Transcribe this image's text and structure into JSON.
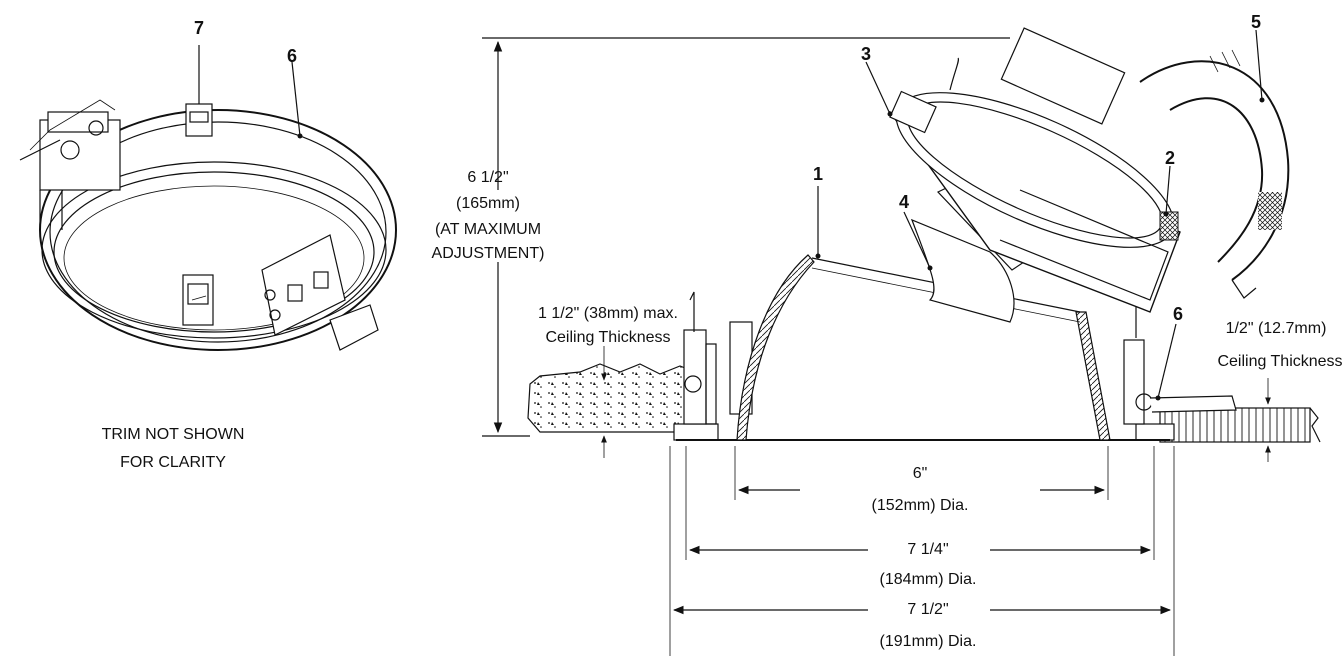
{
  "callouts": {
    "c1": "1",
    "c2": "2",
    "c3": "3",
    "c4": "4",
    "c5": "5",
    "c6a": "6",
    "c6b": "6",
    "c7": "7"
  },
  "notes": {
    "trim_line1": "TRIM NOT SHOWN",
    "trim_line2": "FOR CLARITY"
  },
  "dimensions": {
    "height_line1": "6 1/2\"",
    "height_line2": "(165mm)",
    "height_line3": "(AT MAXIMUM",
    "height_line4": "ADJUSTMENT)",
    "max_ceiling_line1": "1 1/2\" (38mm) max.",
    "max_ceiling_line2": "Ceiling Thickness",
    "min_ceiling_line1": "1/2\" (12.7mm)",
    "min_ceiling_line2": "Ceiling Thickness",
    "aperture_line1": "6\"",
    "aperture_line2": "(152mm) Dia.",
    "cutout_line1": "7 1/4\"",
    "cutout_line2": "(184mm) Dia.",
    "overall_line1": "7 1/2\"",
    "overall_line2": "(191mm) Dia."
  }
}
